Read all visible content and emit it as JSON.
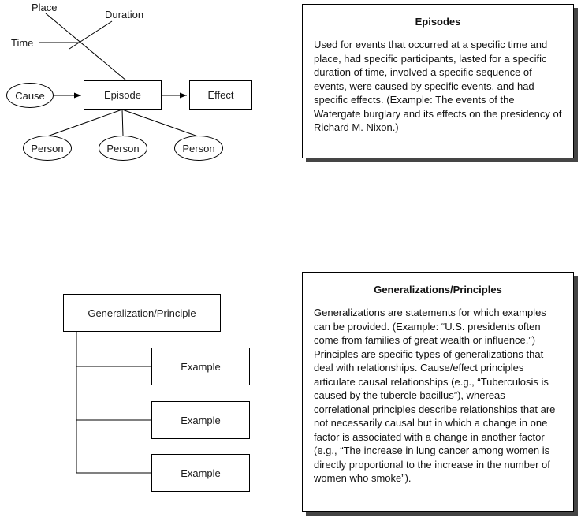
{
  "episode_diagram": {
    "place": "Place",
    "duration": "Duration",
    "time": "Time",
    "cause": "Cause",
    "episode": "Episode",
    "effect": "Effect",
    "persons": [
      "Person",
      "Person",
      "Person"
    ]
  },
  "episodes_box": {
    "title": "Episodes",
    "body": "Used for events that occurred at a specific time and place, had specific participants, lasted for a specific duration of time, involved a specific sequence of events, were caused by specific events, and had specific effects. (Example: The events of the Watergate burglary and its effects on the presidency of Richard M. Nixon.)"
  },
  "generalization_diagram": {
    "root": "Generalization/Principle",
    "examples": [
      "Example",
      "Example",
      "Example"
    ]
  },
  "generalizations_box": {
    "title": "Generalizations/Principles",
    "body": "Generalizations are statements for which examples can be provided. (Example: “U.S. presidents often come from families of great wealth or influence.”) Principles are specific types of generalizations that deal with relationships. Cause/effect principles articulate causal relationships (e.g., “Tuberculosis is caused by the tubercle bacillus”), whereas correlational principles describe relationships that are not necessarily causal but in which a change in one factor is associated with a change in another factor (e.g., “The increase in lung cancer among women is directly proportional to the increase in the number of women who smoke”)."
  }
}
